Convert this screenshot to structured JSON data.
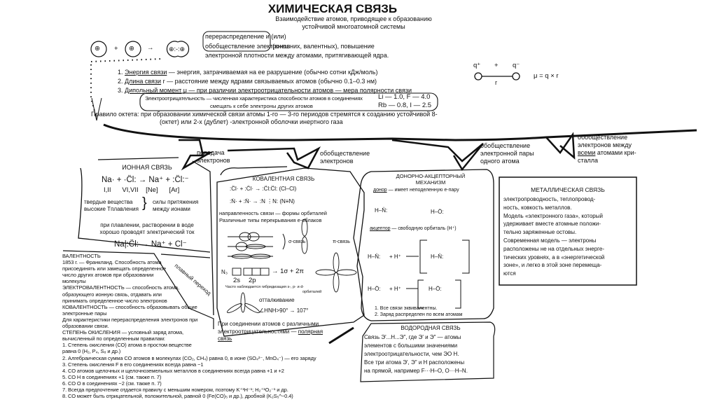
{
  "header": {
    "title": "ХИМИЧЕСКАЯ СВЯЗЬ",
    "subtitle_1": "Взаимодействие атомов, приводящее к образованию",
    "subtitle_2": "устойчивой многоатомной системы"
  },
  "definition": {
    "atom_plus": "+",
    "arrow": "→",
    "atom_symbol": "⊕",
    "molecule": "⊕:-:⊕",
    "line_1": "перераспределение и (или)",
    "line_2_boxed": "обобществление электронов",
    "line_2_rest": "(внешних, валентных), повышение",
    "line_3": "электронной плотности между атомами, притягивающей ядра."
  },
  "properties": [
    {
      "num": "1.",
      "term": "Энергия связи",
      "text": " — энергия, затрачиваемая на ее разрушение (обычно сотни кДж/моль)"
    },
    {
      "num": "2.",
      "term": "Длина связи",
      "text": " r — расстояние между ядрами связываемых атомов (обычно 0.1–0.3 нм)"
    },
    {
      "num": "3.",
      "term": "Дипольный момент",
      "text": " μ — при различии электроотрицательности атомов — мера полярности связи"
    }
  ],
  "dipole": {
    "q_plus": "q⁺",
    "plus": "+",
    "q_minus": "q⁻",
    "r": "r",
    "formula": "μ = q × r"
  },
  "electronegativity": {
    "line_1": "Электроотрицательность — численная характеристика способности атомов в соединениях",
    "line_2": "смещать к себе электроны других атомов",
    "values_1": "Li — 1.0, F — 4.0",
    "values_2": "Rb — 0.8, I — 2.5"
  },
  "octet_rule": {
    "line_1": "Правило октета: при образовании химической связи атомы 1-го — 3-го периодов стремятся к созданию устойчивой 8-",
    "line_2": "(октет) или 2-х (дублет) -электронной оболочки инертного газа"
  },
  "arrows": {
    "transfer": [
      "передача",
      "электронов"
    ],
    "sharing": [
      "обобществление",
      "электронов"
    ],
    "pair_sharing": [
      "обобществление",
      "электронной пары",
      "одного атома"
    ],
    "metal_sharing_1": "обобществление",
    "metal_sharing_2": "электронов между",
    "metal_sharing_3_u": "всеми",
    "metal_sharing_3": " атомами кри-",
    "metal_sharing_4": "сталла",
    "smooth_transition": "плавный переход"
  },
  "ionic": {
    "title": "ИОННАЯ СВЯЗЬ",
    "equation": "Na· + ·C̈l: → Na⁺ + :C̈l:⁻",
    "groups": "I,II      VI,VII    [Ne]      [Ar]",
    "prop_1": "твердые вещества",
    "prop_2": "высокие Tплавления",
    "forces_1": "силы притяжения",
    "forces_2": "между ионами",
    "conduct_1": "при плавлении, растворении в воде",
    "conduct_2": "хорошо проводят электрический ток",
    "dissociation": "Na|:C̈l: → Na⁺ + Cl⁻"
  },
  "covalent": {
    "title": "КОВАЛЕНТНАЯ СВЯЗЬ",
    "eq_1": ":C̈l· + :C̈l· → :C̈l:C̈l: (Cl–Cl)",
    "eq_2": ":Ṅ· + :Ṅ· → :N ⋮N: (N≡N)",
    "direction": "направленность связи — формы орбиталей",
    "overlap": "Различные типы перекрывания е-облаков",
    "sigma": "σ-связь",
    "pi": "π-связь",
    "n_label": "N₃",
    "n_result": "→ 1σ + 2π",
    "orb_2s": "2s",
    "orb_2p": "2p",
    "hybrid_1": "Часто наблюдается гибридизация s-, p- и d-",
    "hybrid_2": "орбиталей",
    "repulsion": "отталкивание",
    "angle": "∠HNH>90° → 107°",
    "polar_1": "При соединении атомов с различными",
    "polar_2": "электроотрицательностями —",
    "polar_3": "полярная",
    "polar_4": "связь"
  },
  "donor_acceptor": {
    "title_1": "ДОНОРНО-АКЦЕПТОРНЫЙ",
    "title_2": "МЕХАНИЗМ",
    "donor_term": "донор",
    "donor_text": " — имеет неподеленную е-пару",
    "acceptor_term": "акцептор",
    "acceptor_text": " — свободную орбиталь (H⁺)",
    "nh3": "H–N̈:",
    "h2o": "H–Ö:",
    "plus_h": "+ H⁺",
    "note_1": "1. Все связи эквивалентны.",
    "note_2": "2. Заряд распределен по всем атомам"
  },
  "hydrogen": {
    "title": "ВОДОРОДНАЯ СВЯЗЬ",
    "lines": [
      "Связь Э'...Н...Э\", где Э' и Э\" — атомы",
      "элементов с большими значениями",
      "электроотрицательности, чем ЭО Н.",
      "Все три атома Э', Э\" и Н расположены",
      "на прямой, например F···H–O, O···H–N."
    ]
  },
  "metallic": {
    "title": "МЕТАЛЛИЧЕСКАЯ СВЯЗЬ",
    "lines": [
      "электропроводность, теплопровод-",
      "ность, ковкость металлов.",
      "Модель «электронного газа», который",
      "удерживает вместе атомные положи-",
      "тельно заряженные остовы.",
      "Современная модель — электроны",
      "расположены не на отдельных энерге-",
      "тических уровнях, а в «энергетической",
      "зоне», и легко в этой зоне перемеща-",
      "ются"
    ]
  },
  "valence": {
    "lines": [
      "ВАЛЕНТНОСТЬ",
      "1853 г. — Франкланд. Способность атома",
      "присоединять или замещать определенное",
      "число других атомов при образовании",
      "молекулы",
      "ЭЛЕКТРОВАЛЕНТНОСТЬ — способность атома,",
      "образующего ионную связь, отдавать или",
      "принимать определенное число электронов",
      "КОВАЛЕНТНОСТЬ — способность образовывать общие",
      "электронные пары",
      "Для характеристики перераспределения электронов при",
      "образовании связи.",
      "СТЕПЕНЬ ОКИСЛЕНИЯ — условный заряд атома,",
      "вычисленный по определенным правилам:",
      "1. Степень окисления (СО) атома в простом веществе",
      "равна 0 (H₂, P₄, S₈ и др.)",
      "2. Алгебраическая сумма СО атомов в молекулах (CO₂, CH₄) равна 0, в ионе (SO₄²⁻, MnO₄⁻) — его заряду",
      "3. Степень окисления F в его соединениях всегда равна −1",
      "4. СО атомов щелочных и щелочноземельных металлов в соединениях всегда равна +1 и +2",
      "5. СО H в соединениях +1 (см. также п. 7)",
      "6. СО O в соединениях −2 (см. также п. 7)",
      "7. Всегда предпочтение отдается правилу с меньшим номером, поэтому K⁺¹H⁻¹; H₂⁺¹O₂⁻¹ и др.",
      "8. СО может быть отрицательной, положительной, равной 0 (Fe(CO)₅ и др.), дробной (K₂S₅^−0.4)"
    ]
  }
}
